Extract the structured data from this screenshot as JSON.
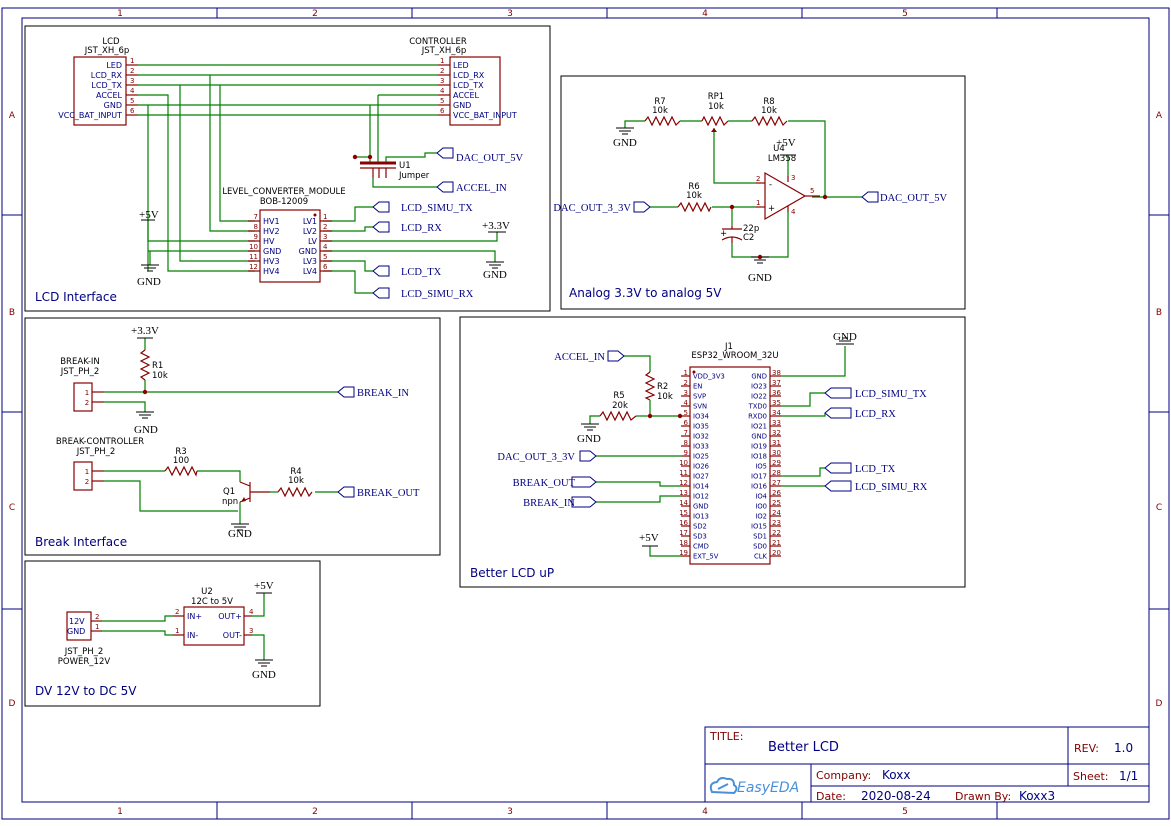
{
  "frame": {
    "columns": [
      "1",
      "2",
      "3",
      "4",
      "5"
    ],
    "rows": [
      "A",
      "B",
      "C",
      "D"
    ]
  },
  "blocks": {
    "lcd_interface": "LCD Interface",
    "analog": "Analog 3.3V to analog 5V",
    "break_interface": "Break Interface",
    "better_lcd_up": "Better LCD uP",
    "dv_power": "DV 12V to DC 5V"
  },
  "lcd_connector": {
    "name": "LCD",
    "part": "JST_XH_6p",
    "pins": [
      {
        "num": "1",
        "label": "LED"
      },
      {
        "num": "2",
        "label": "LCD_RX"
      },
      {
        "num": "3",
        "label": "LCD_TX"
      },
      {
        "num": "4",
        "label": "ACCEL"
      },
      {
        "num": "5",
        "label": "GND"
      },
      {
        "num": "6",
        "label": "VCC_BAT_INPUT"
      }
    ]
  },
  "controller_connector": {
    "name": "CONTROLLER",
    "part": "JST_XH_6p",
    "pins": [
      {
        "num": "1",
        "label": "LED"
      },
      {
        "num": "2",
        "label": "LCD_RX"
      },
      {
        "num": "3",
        "label": "LCD_TX"
      },
      {
        "num": "4",
        "label": "ACCEL"
      },
      {
        "num": "5",
        "label": "GND"
      },
      {
        "num": "6",
        "label": "VCC_BAT_INPUT"
      }
    ]
  },
  "u1": {
    "name": "U1",
    "part": "Jumper"
  },
  "level_converter": {
    "name": "LEVEL_CONVERTER_MODULE",
    "part": "BOB-12009",
    "left_pins": [
      {
        "num": "7",
        "label": "HV1"
      },
      {
        "num": "8",
        "label": "HV2"
      },
      {
        "num": "9",
        "label": "HV"
      },
      {
        "num": "10",
        "label": "GND"
      },
      {
        "num": "11",
        "label": "HV3"
      },
      {
        "num": "12",
        "label": "HV4"
      }
    ],
    "right_pins": [
      {
        "num": "1",
        "label": "LV1"
      },
      {
        "num": "2",
        "label": "LV2"
      },
      {
        "num": "3",
        "label": "LV"
      },
      {
        "num": "4",
        "label": "GND"
      },
      {
        "num": "5",
        "label": "LV3"
      },
      {
        "num": "6",
        "label": "LV4"
      }
    ]
  },
  "net_labels": {
    "dac_out_5v": "DAC_OUT_5V",
    "accel_in": "ACCEL_IN",
    "lcd_simu_tx": "LCD_SIMU_TX",
    "lcd_rx": "LCD_RX",
    "lcd_tx": "LCD_TX",
    "lcd_simu_rx": "LCD_SIMU_RX",
    "dac_out_3_3v": "DAC_OUT_3_3V",
    "break_in": "BREAK_IN",
    "break_out": "BREAK_OUT"
  },
  "power": {
    "gnd": "GND",
    "p5v": "+5V",
    "p3v3": "+3.3V"
  },
  "analog": {
    "r7": {
      "name": "R7",
      "value": "10k"
    },
    "rp1": {
      "name": "RP1",
      "value": "10k"
    },
    "r8": {
      "name": "R8",
      "value": "10k"
    },
    "r6": {
      "name": "R6",
      "value": "10k"
    },
    "u4": {
      "name": "U4",
      "part": "LM358"
    },
    "c2": {
      "name": "C2",
      "value": "22p"
    },
    "opamp_pins": {
      "inv": "2",
      "noninv": "1",
      "out": "5",
      "vcc": "3",
      "vee": "4"
    }
  },
  "break_in": {
    "name": "BREAK-IN",
    "part": "JST_PH_2"
  },
  "break_controller": {
    "name": "BREAK-CONTROLLER",
    "part": "JST_PH_2"
  },
  "r1": {
    "name": "R1",
    "value": "10k"
  },
  "r3": {
    "name": "R3",
    "value": "100"
  },
  "r4": {
    "name": "R4",
    "value": "10k"
  },
  "q1": {
    "name": "Q1",
    "type": "npn"
  },
  "esp32": {
    "name": "J1",
    "part": "ESP32_WROOM_32U",
    "left_pins": [
      {
        "num": "1",
        "label": "VDD_3V3"
      },
      {
        "num": "2",
        "label": "EN"
      },
      {
        "num": "3",
        "label": "SVP"
      },
      {
        "num": "4",
        "label": "SVN"
      },
      {
        "num": "5",
        "label": "IO34"
      },
      {
        "num": "6",
        "label": "IO35"
      },
      {
        "num": "7",
        "label": "IO32"
      },
      {
        "num": "8",
        "label": "IO33"
      },
      {
        "num": "9",
        "label": "IO25"
      },
      {
        "num": "10",
        "label": "IO26"
      },
      {
        "num": "11",
        "label": "IO27"
      },
      {
        "num": "12",
        "label": "IO14"
      },
      {
        "num": "13",
        "label": "IO12"
      },
      {
        "num": "14",
        "label": "GND"
      },
      {
        "num": "15",
        "label": "IO13"
      },
      {
        "num": "16",
        "label": "SD2"
      },
      {
        "num": "17",
        "label": "SD3"
      },
      {
        "num": "18",
        "label": "CMD"
      },
      {
        "num": "19",
        "label": "EXT_5V"
      }
    ],
    "right_pins": [
      {
        "num": "38",
        "label": "GND"
      },
      {
        "num": "37",
        "label": "IO23"
      },
      {
        "num": "36",
        "label": "IO22"
      },
      {
        "num": "35",
        "label": "TXD0"
      },
      {
        "num": "34",
        "label": "RXD0"
      },
      {
        "num": "33",
        "label": "IO21"
      },
      {
        "num": "32",
        "label": "GND"
      },
      {
        "num": "31",
        "label": "IO19"
      },
      {
        "num": "30",
        "label": "IO18"
      },
      {
        "num": "29",
        "label": "IO5"
      },
      {
        "num": "28",
        "label": "IO17"
      },
      {
        "num": "27",
        "label": "IO16"
      },
      {
        "num": "26",
        "label": "IO4"
      },
      {
        "num": "25",
        "label": "IO0"
      },
      {
        "num": "24",
        "label": "IO2"
      },
      {
        "num": "23",
        "label": "IO15"
      },
      {
        "num": "22",
        "label": "SD1"
      },
      {
        "num": "21",
        "label": "SD0"
      },
      {
        "num": "20",
        "label": "CLK"
      }
    ]
  },
  "r2": {
    "name": "R2",
    "value": "10k"
  },
  "r5": {
    "name": "R5",
    "value": "20k"
  },
  "power_12v": {
    "name": "JST_PH_2",
    "part": "POWER_12V",
    "pins": [
      {
        "num": "2",
        "label": "12V"
      },
      {
        "num": "1",
        "label": "GND"
      }
    ]
  },
  "u2": {
    "name": "U2",
    "part": "12C to 5V",
    "pins": [
      {
        "num": "2",
        "label": "IN+"
      },
      {
        "num": "1",
        "label": "IN-"
      },
      {
        "num": "4",
        "label": "OUT+"
      },
      {
        "num": "3",
        "label": "OUT-"
      }
    ]
  },
  "title_block": {
    "title_label": "TITLE:",
    "title": "Better LCD",
    "rev_label": "REV:",
    "rev": "1.0",
    "company_label": "Company:",
    "company": "Koxx",
    "sheet_label": "Sheet:",
    "sheet": "1/1",
    "date_label": "Date:",
    "date": "2020-08-24",
    "drawn_label": "Drawn By:",
    "drawn": "Koxx3",
    "logo": "EasyEDA"
  }
}
